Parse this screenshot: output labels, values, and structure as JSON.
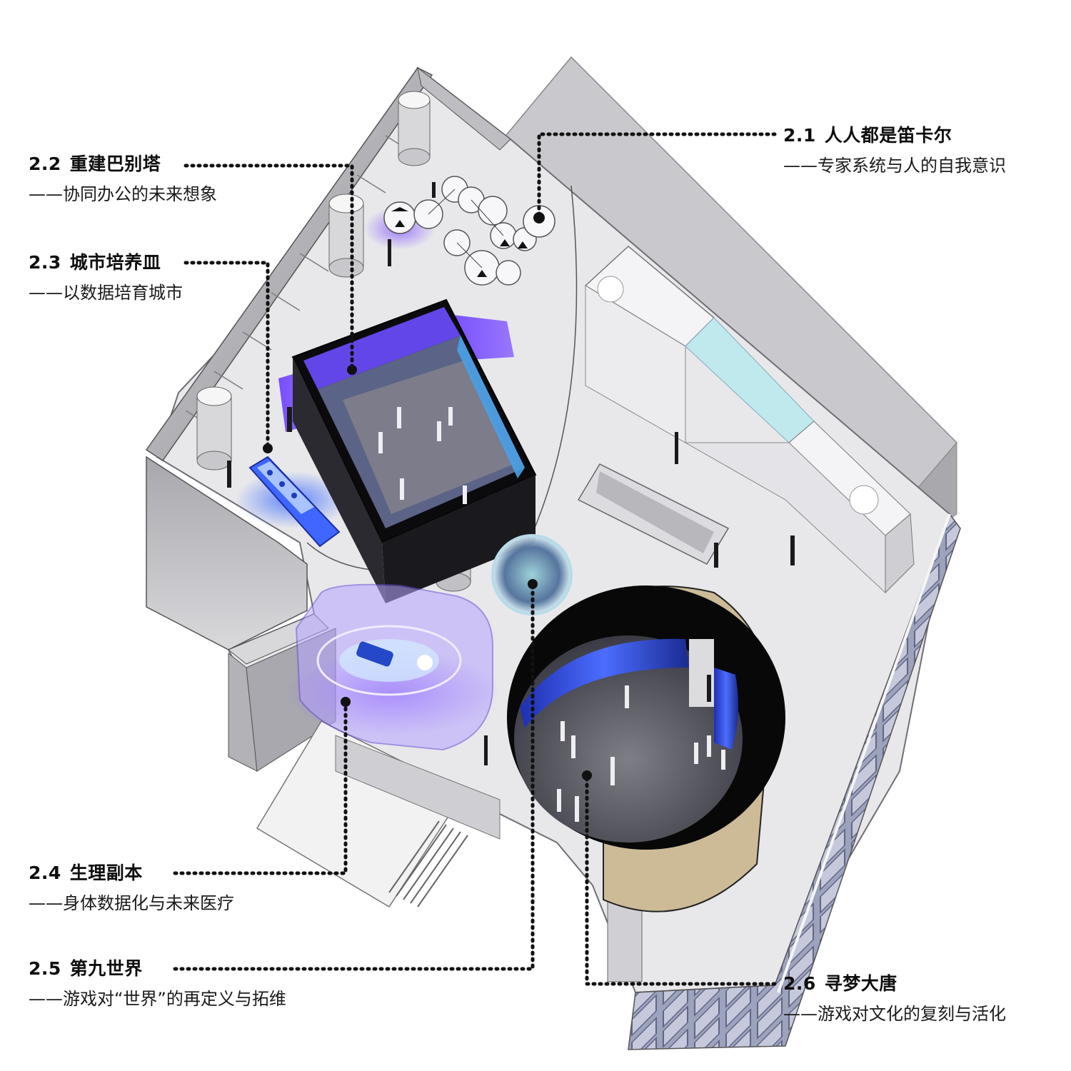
{
  "diagram": {
    "type": "isometric exhibition floor plan",
    "colors": {
      "floor": "#e9e9ec",
      "wall": "#b9b9bd",
      "wall_dark": "#8f8f95",
      "accent_purple": "#5a2df0",
      "accent_blue": "#2f6bff",
      "screen_dark": "#111111",
      "teal_glass": "#bfe9ec",
      "tan_ring": "#cdbb98",
      "leader_line": "#111111"
    }
  },
  "zones": [
    {
      "id": "2.1",
      "number": "2.1",
      "title": "人人都是笛卡尔",
      "subtitle": "——专家系统与人的自我意识"
    },
    {
      "id": "2.2",
      "number": "2.2",
      "title": "重建巴别塔",
      "subtitle": "——协同办公的未来想象"
    },
    {
      "id": "2.3",
      "number": "2.3",
      "title": "城市培养皿",
      "subtitle": "——以数据培育城市"
    },
    {
      "id": "2.4",
      "number": "2.4",
      "title": "生理副本",
      "subtitle": "——身体数据化与未来医疗"
    },
    {
      "id": "2.5",
      "number": "2.5",
      "title": "第九世界",
      "subtitle": "——游戏对“世界”的再定义与拓维"
    },
    {
      "id": "2.6",
      "number": "2.6",
      "title": "寻梦大唐",
      "subtitle": "——游戏对文化的复刻与活化"
    }
  ]
}
